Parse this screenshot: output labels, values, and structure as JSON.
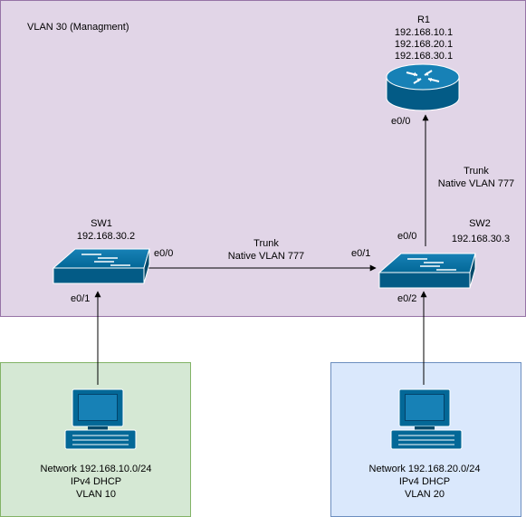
{
  "zones": {
    "management": {
      "label": "VLAN 30 (Managment)",
      "fill": "#e1d5e7",
      "stroke": "#9673a6"
    },
    "vlan10": {
      "fill": "#d5e8d4",
      "stroke": "#82b366"
    },
    "vlan20": {
      "fill": "#dae8fc",
      "stroke": "#6c8ebf"
    }
  },
  "router": {
    "name": "R1",
    "addresses": [
      "192.168.10.1",
      "192.168.20.1",
      "192.168.30.1"
    ],
    "port": "e0/0",
    "icon": "router-icon"
  },
  "sw1": {
    "name": "SW1",
    "ip": "192.168.30.2",
    "port_right": "e0/0",
    "port_bottom": "e0/1",
    "icon": "switch-icon"
  },
  "sw2": {
    "name": "SW2",
    "ip": "192.168.30.3",
    "port_top": "e0/0",
    "port_left": "e0/1",
    "port_bottom": "e0/2",
    "icon": "switch-icon"
  },
  "links": {
    "sw1_sw2": {
      "line1": "Trunk",
      "line2": "Native VLAN 777"
    },
    "sw2_r1": {
      "line1": "Trunk",
      "line2": "Native VLAN 777"
    }
  },
  "pc1": {
    "lines": [
      "Network 192.168.10.0/24",
      "IPv4 DHCP",
      "VLAN 10"
    ],
    "icon": "pc-icon"
  },
  "pc2": {
    "lines": [
      "Network 192.168.20.0/24",
      "IPv4 DHCP",
      "VLAN 20"
    ],
    "icon": "pc-icon"
  },
  "colors": {
    "device": "#036897",
    "device_dark": "#024a6b",
    "line": "#000000"
  }
}
